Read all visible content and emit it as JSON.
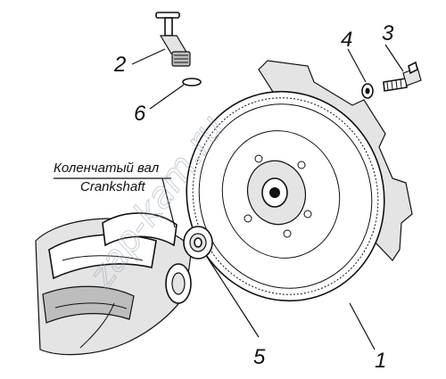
{
  "labels": {
    "crankshaft_ru": "Коленчатый вал",
    "crankshaft_en": "Crankshaft"
  },
  "callouts": [
    "1",
    "2",
    "3",
    "4",
    "5",
    "6"
  ],
  "watermark": "zap-kam.ru"
}
